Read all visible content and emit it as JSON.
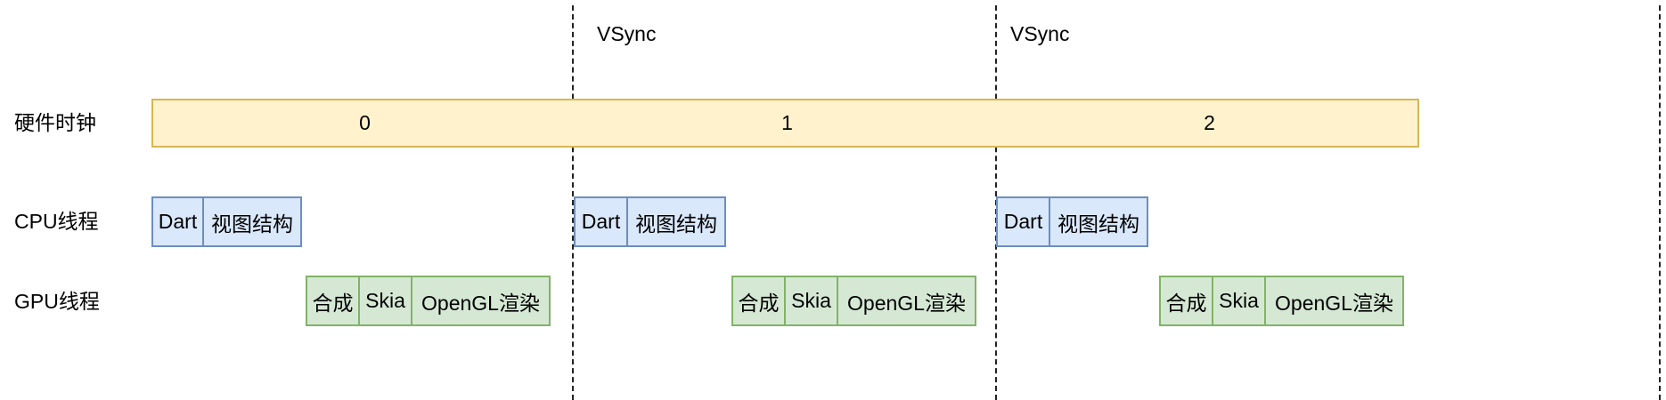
{
  "vsync": {
    "label": "VSync"
  },
  "rows": {
    "hardware_clock": "硬件时钟",
    "cpu_thread": "CPU线程",
    "gpu_thread": "GPU线程"
  },
  "clock_segments": [
    "0",
    "1",
    "2"
  ],
  "cpu_tasks": {
    "dart": "Dart",
    "view_structure": "视图结构"
  },
  "gpu_tasks": {
    "composite": "合成",
    "skia": "Skia",
    "opengl_render": "OpenGL渲染"
  },
  "colors": {
    "clock_fill": "#fff2cc",
    "clock_stroke": "#d6b656",
    "cpu_fill": "#dae8fc",
    "cpu_stroke": "#6c8ebf",
    "gpu_fill": "#d5e8d4",
    "gpu_stroke": "#82b366"
  }
}
